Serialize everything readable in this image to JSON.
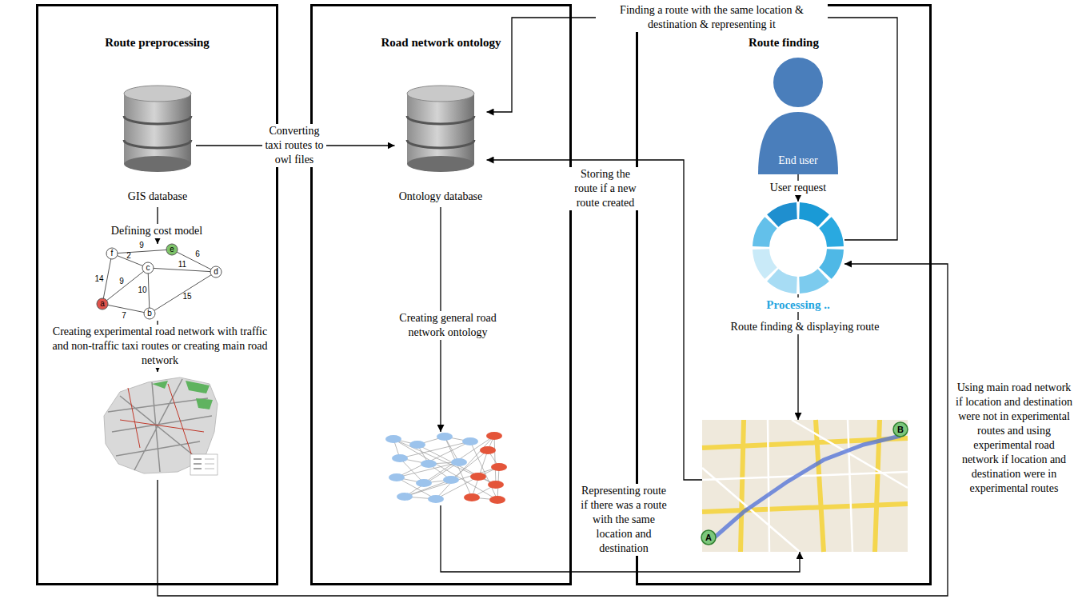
{
  "diagram": {
    "nodes": [
      {
        "text": [
          "Route preprocessing"
        ]
      },
      {
        "text": [
          "GIS database"
        ],
        "in": 0
      },
      {
        "text": [
          "Defining cost model",
          "f",
          "e",
          "c",
          "d",
          "a",
          "b",
          "9",
          "6",
          "2",
          "11",
          "14",
          "9",
          "10",
          "15",
          "7"
        ],
        "in": 0
      },
      {
        "text": [
          "Creating experimental road network with traffic and non-traffic taxi routes or creating main road network"
        ],
        "in": 0
      },
      {
        "text": [
          "Road network ontology"
        ]
      },
      {
        "text": [
          "Ontology database"
        ],
        "in": 4
      },
      {
        "text": [
          "Creating general road network ontology"
        ],
        "in": 4
      },
      {
        "text": [
          "Route finding"
        ]
      },
      {
        "text": [
          "End user"
        ],
        "in": 7
      },
      {
        "text": [
          "User request",
          "Processing .."
        ],
        "in": 7
      },
      {
        "text": [
          "Route finding & displaying route"
        ],
        "in": 7
      }
    ],
    "edges": [
      {
        "from": 1,
        "to": 5,
        "arrow": "to",
        "label": "Converting taxi routes to owl files"
      },
      {
        "from": 1,
        "to": 2,
        "arrow": "to"
      },
      {
        "from": 2,
        "to": 3,
        "arrow": "to"
      },
      {
        "from": 5,
        "to": 6,
        "arrow": "to"
      },
      {
        "from": 9,
        "to": 5,
        "arrow": "to",
        "label": "Finding a route with the same location & destination & representing it"
      },
      {
        "from": 8,
        "to": 9,
        "arrow": "to"
      },
      {
        "from": 9,
        "to": 10,
        "arrow": "to"
      },
      {
        "from": 10,
        "to": 5,
        "arrow": "to",
        "label": "Storing the route if a new route created"
      },
      {
        "from": 6,
        "to": 10,
        "arrow": "to",
        "label": "Representing route if there was a route with the same location and destination"
      },
      {
        "from": 3,
        "to": 9,
        "arrow": "to",
        "label": "Using main road network if location and destination were not in experimental routes and using experimental road network if location and destination were in experimental routes"
      }
    ],
    "labels": [
      "A",
      "B"
    ]
  }
}
